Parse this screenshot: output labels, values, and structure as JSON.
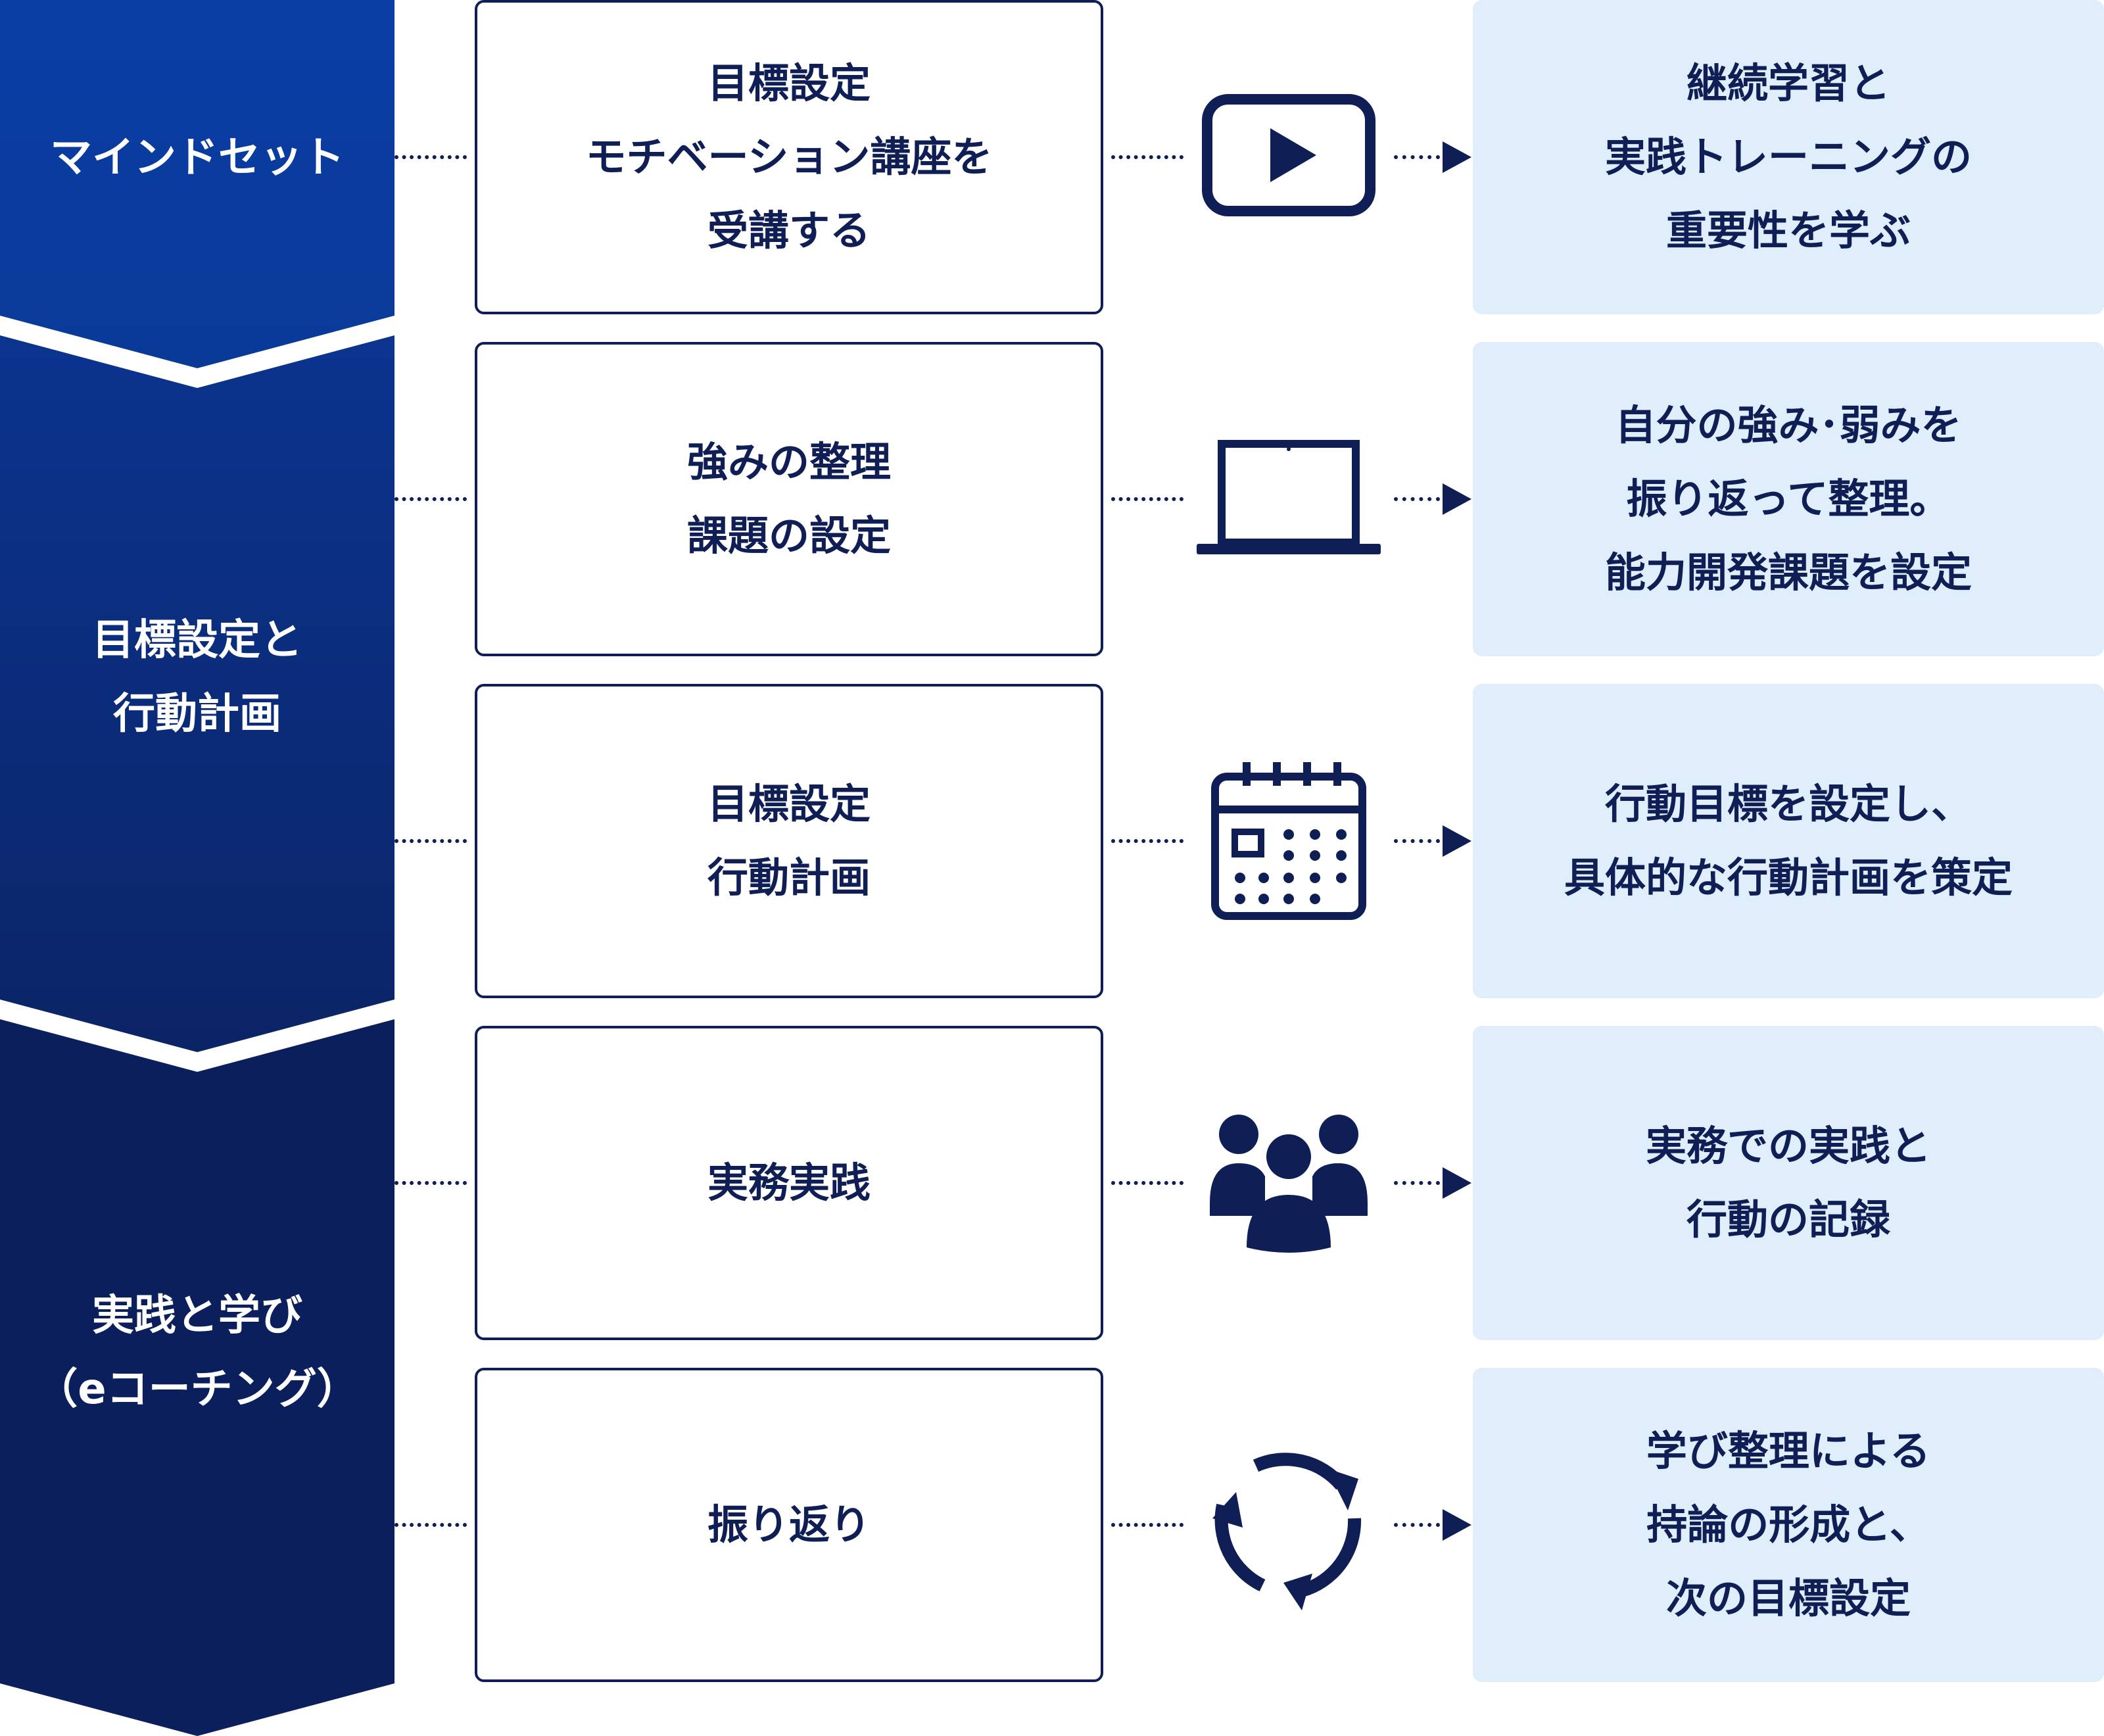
{
  "phases": [
    {
      "label": "マインドセット"
    },
    {
      "label": "目標設定と\n行動計画",
      "lines": [
        "目標設定と",
        "行動計画"
      ]
    },
    {
      "label": "実践と学び（eコーチング）",
      "lines": [
        "実践と学び",
        "（eコーチング）"
      ]
    }
  ],
  "steps": [
    {
      "activity": "目標設定\nモチベーション講座を\n受講する",
      "icon": "video-play-icon",
      "result": "継続学習と\n実践トレーニングの\n重要性を学ぶ"
    },
    {
      "activity": "強みの整理\n課題の設定",
      "icon": "laptop-icon",
      "result": "自分の強み･弱みを\n振り返って整理。\n能力開発課題を設定"
    },
    {
      "activity": "目標設定\n行動計画",
      "icon": "calendar-icon",
      "result": "行動目標を設定し、\n具体的な行動計画を策定"
    },
    {
      "activity": "実務実践",
      "icon": "people-group-icon",
      "result": "実務での実践と\n行動の記録"
    },
    {
      "activity": "振り返り",
      "icon": "cycle-arrows-icon",
      "result": "学び整理による\n持論の形成と、\n次の目標設定"
    }
  ],
  "colors": {
    "phase1": "#0a3ea6",
    "phase2": "#0b2a78",
    "phase3": "#0a1f5c",
    "navy": "#0f1f55",
    "result_bg": "#e0eefb"
  }
}
